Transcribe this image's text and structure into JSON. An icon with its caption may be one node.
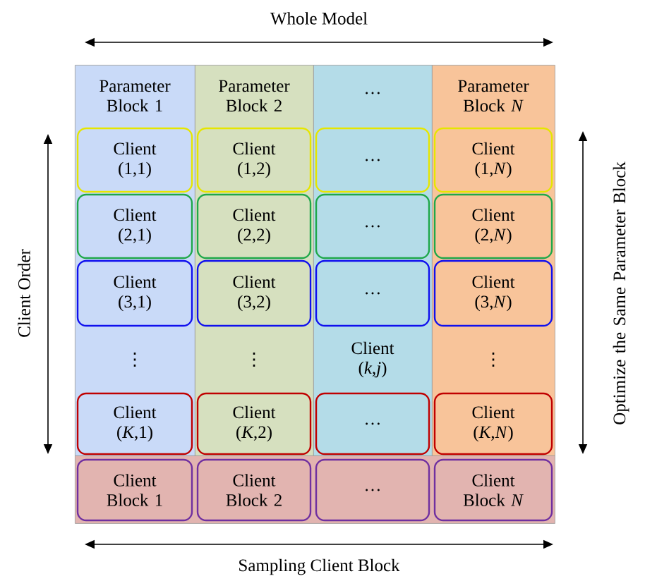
{
  "diagram": {
    "nodes": [
      {
        "text": [
          "Parameter Block 1",
          "⋮"
        ]
      },
      {
        "text": [
          "Parameter Block 2",
          "⋮"
        ]
      },
      {
        "text": [
          "…",
          "Client (*k*,*j*)"
        ]
      },
      {
        "text": [
          "Parameter Block *N*",
          "⋮"
        ]
      },
      {
        "text": [
          "Client (1,1)"
        ],
        "in": 0
      },
      {
        "text": [
          "Client (1,2)"
        ],
        "in": 1
      },
      {
        "text": [
          "…"
        ],
        "in": 2
      },
      {
        "text": [
          "Client (1,*N*)"
        ],
        "in": 3
      },
      {
        "text": [
          "Client (2,1)"
        ],
        "in": 0
      },
      {
        "text": [
          "Client (2,2)"
        ],
        "in": 1
      },
      {
        "text": [
          "…"
        ],
        "in": 2
      },
      {
        "text": [
          "Client (2,*N*)"
        ],
        "in": 3
      },
      {
        "text": [
          "Client (3,1)"
        ],
        "in": 0
      },
      {
        "text": [
          "Client (3,2)"
        ],
        "in": 1
      },
      {
        "text": [
          "…"
        ],
        "in": 2
      },
      {
        "text": [
          "Client (3,*N*)"
        ],
        "in": 3
      },
      {
        "text": [
          "Client (*K*,1)"
        ],
        "in": 0
      },
      {
        "text": [
          "Client (*K*,2)"
        ],
        "in": 1
      },
      {
        "text": [
          "…"
        ],
        "in": 2
      },
      {
        "text": [
          "Client (*K*,*N*)"
        ],
        "in": 3
      },
      {
        "text": [],
        "shape": "box"
      },
      {
        "text": [
          "Client Block 1"
        ],
        "in": 20
      },
      {
        "text": [
          "Client Block 2"
        ],
        "in": 20
      },
      {
        "text": [
          "…"
        ],
        "in": 20
      },
      {
        "text": [
          "Client Block *N*"
        ],
        "in": 20
      }
    ],
    "labels": [
      "Whole Model",
      "Client Order",
      "Optimize the Same Parameter Block",
      "Sampling Client Block"
    ]
  }
}
